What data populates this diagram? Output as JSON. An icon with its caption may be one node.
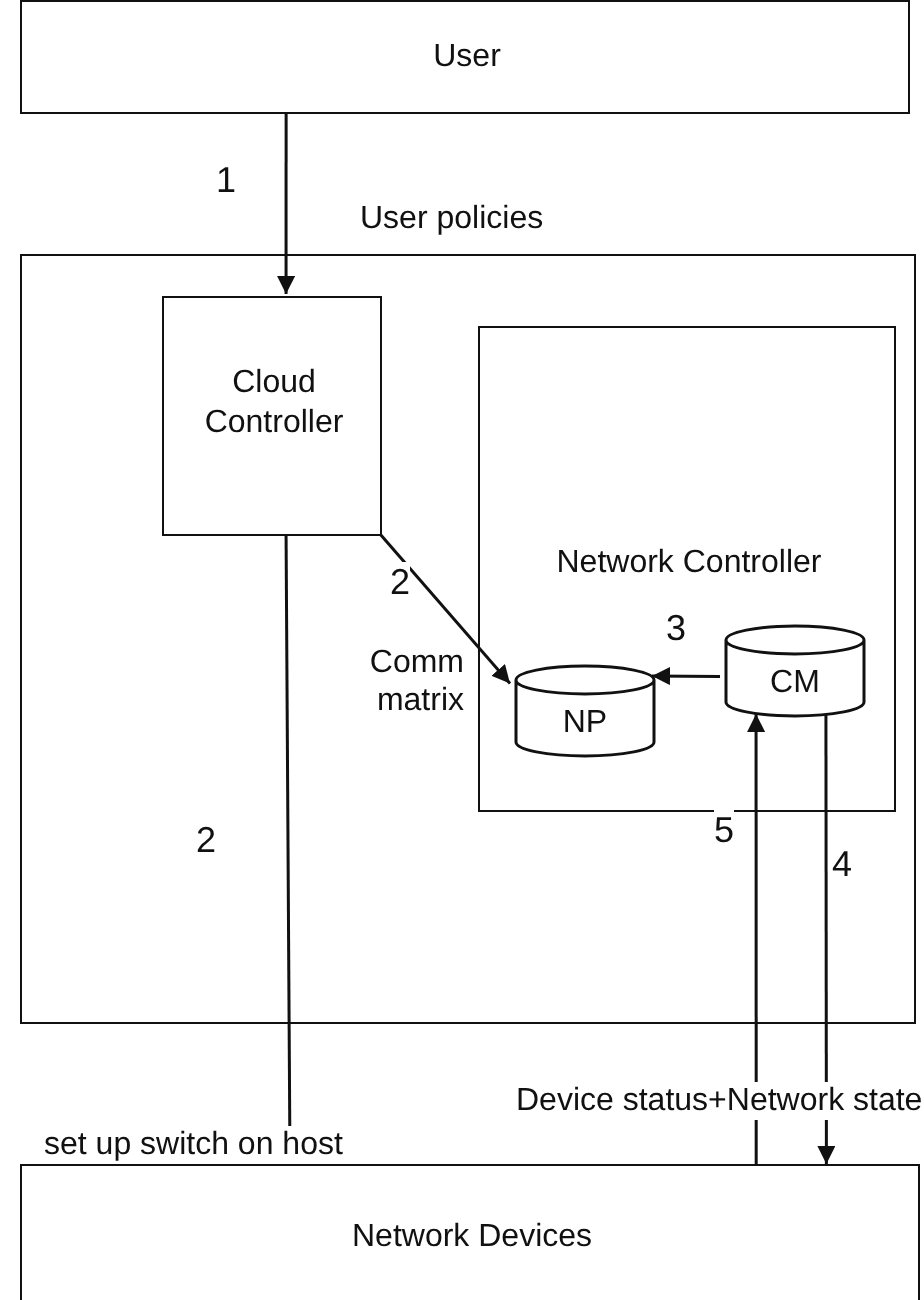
{
  "diagram": {
    "nodes": [
      {
        "text": [
          "User"
        ]
      },
      {
        "text": [],
        "shape": "box"
      },
      {
        "text": [
          "Cloud Controller"
        ],
        "in": 1
      },
      {
        "text": [
          "Network Controller"
        ],
        "in": 1
      },
      {
        "text": [
          "NP"
        ],
        "in": 3
      },
      {
        "text": [
          "CM"
        ],
        "in": 3
      },
      {
        "text": [
          "Network Devices"
        ]
      }
    ],
    "edges": [
      {
        "from": 0,
        "to": 2,
        "arrow": "to",
        "label": "1"
      },
      {
        "from": 2,
        "to": 4,
        "arrow": "to",
        "label": "2"
      },
      {
        "from": 5,
        "to": 4,
        "arrow": "to",
        "label": "3"
      },
      {
        "from": 2,
        "to": 6,
        "arrow": "to",
        "label": "2"
      },
      {
        "from": 5,
        "to": 6,
        "arrow": "to",
        "label": "4"
      },
      {
        "from": 6,
        "to": 5,
        "arrow": "to",
        "label": "5"
      }
    ],
    "labels": [
      "User policies",
      "Comm matrix",
      "Device status+Network state",
      "set up switch on host"
    ]
  }
}
